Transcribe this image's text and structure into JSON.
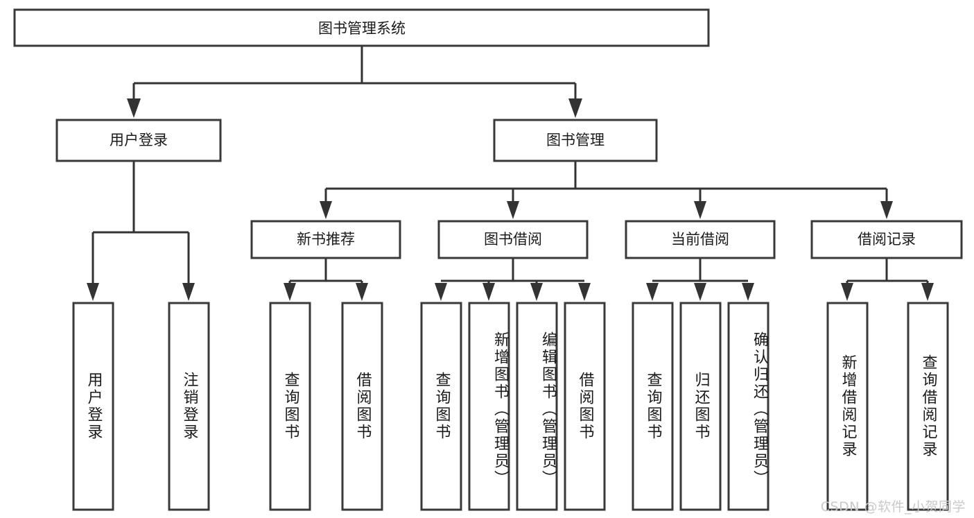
{
  "diagram": {
    "type": "tree-hierarchy-chart",
    "orientation": "top-down",
    "root": {
      "id": "root",
      "label": "图书管理系统"
    },
    "level2": [
      {
        "id": "user-login",
        "label": "用户登录"
      },
      {
        "id": "book-management",
        "label": "图书管理"
      }
    ],
    "level3": [
      {
        "id": "new-book-recommend",
        "label": "新书推荐"
      },
      {
        "id": "book-borrow",
        "label": "图书借阅"
      },
      {
        "id": "current-borrow",
        "label": "当前借阅"
      },
      {
        "id": "borrow-record",
        "label": "借阅记录"
      }
    ],
    "leaves": [
      {
        "id": "leaf-user-login",
        "parent": "user-login",
        "label": "用户登录"
      },
      {
        "id": "leaf-logout",
        "parent": "user-login",
        "label": "注销登录"
      },
      {
        "id": "leaf-query-book-1",
        "parent": "new-book-recommend",
        "label": "查询图书"
      },
      {
        "id": "leaf-borrow-book-1",
        "parent": "new-book-recommend",
        "label": "借阅图书"
      },
      {
        "id": "leaf-query-book-2",
        "parent": "book-borrow",
        "label": "查询图书"
      },
      {
        "id": "leaf-add-book",
        "parent": "book-borrow",
        "label": "新增图书（管理员）"
      },
      {
        "id": "leaf-edit-book",
        "parent": "book-borrow",
        "label": "编辑图书（管理员）"
      },
      {
        "id": "leaf-borrow-book-2",
        "parent": "book-borrow",
        "label": "借阅图书"
      },
      {
        "id": "leaf-query-book-3",
        "parent": "current-borrow",
        "label": "查询图书"
      },
      {
        "id": "leaf-return-book",
        "parent": "current-borrow",
        "label": "归还图书"
      },
      {
        "id": "leaf-confirm-return",
        "parent": "current-borrow",
        "label": "确认归还（管理员）"
      },
      {
        "id": "leaf-add-record",
        "parent": "borrow-record",
        "label": "新增借阅记录"
      },
      {
        "id": "leaf-query-record",
        "parent": "borrow-record",
        "label": "查询借阅记录"
      }
    ],
    "colors": {
      "box_fill": "#ffffff",
      "box_stroke": "#393939",
      "connector": "#333333",
      "text": "#1a1a1a",
      "watermark": "#c9c9c9",
      "background": "#ffffff"
    }
  },
  "watermark": {
    "text": "CSDN @软件_小贺同学"
  }
}
